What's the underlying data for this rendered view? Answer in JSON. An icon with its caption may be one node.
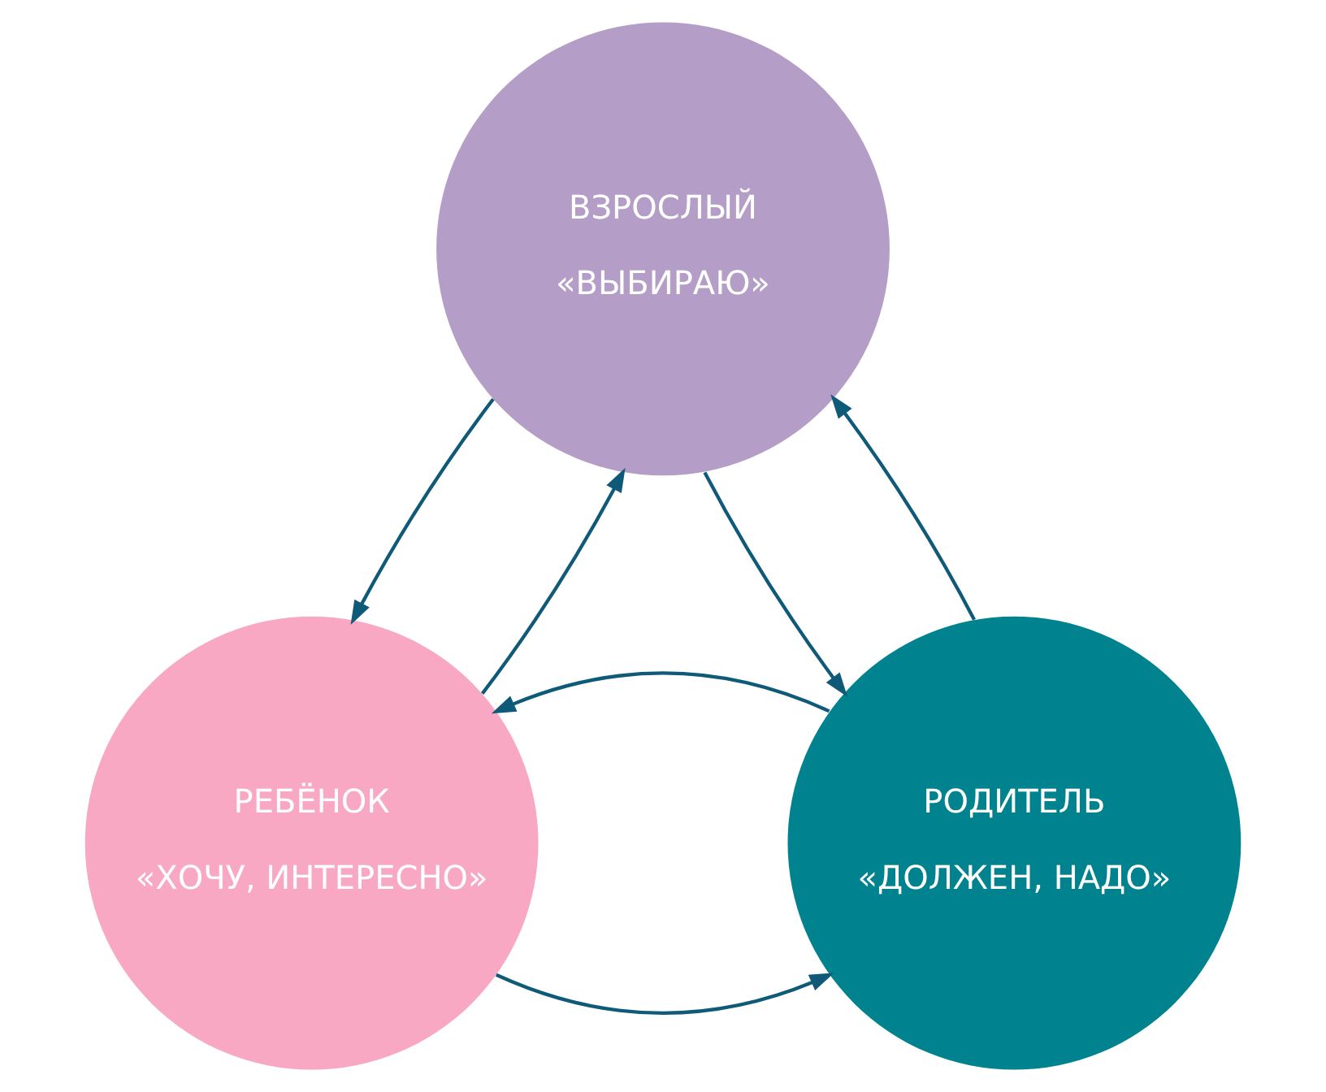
{
  "diagram": {
    "nodes": [
      {
        "text": [
          "ВЗРОСЛЫЙ",
          "«ВЫБИРАЮ»"
        ]
      },
      {
        "text": [
          "РЕБЁНОК",
          "«ХОЧУ, ИНТЕРЕСНО»"
        ]
      },
      {
        "text": [
          "РОДИТЕЛЬ",
          "«ДОЛЖЕН, НАДО»"
        ]
      }
    ],
    "edges": [
      {
        "from": 0,
        "to": 1,
        "arrow": "to"
      },
      {
        "from": 1,
        "to": 0,
        "arrow": "to"
      },
      {
        "from": 0,
        "to": 2,
        "arrow": "to"
      },
      {
        "from": 2,
        "to": 0,
        "arrow": "to"
      },
      {
        "from": 1,
        "to": 2,
        "arrow": "to"
      },
      {
        "from": 2,
        "to": 1,
        "arrow": "to"
      }
    ]
  }
}
